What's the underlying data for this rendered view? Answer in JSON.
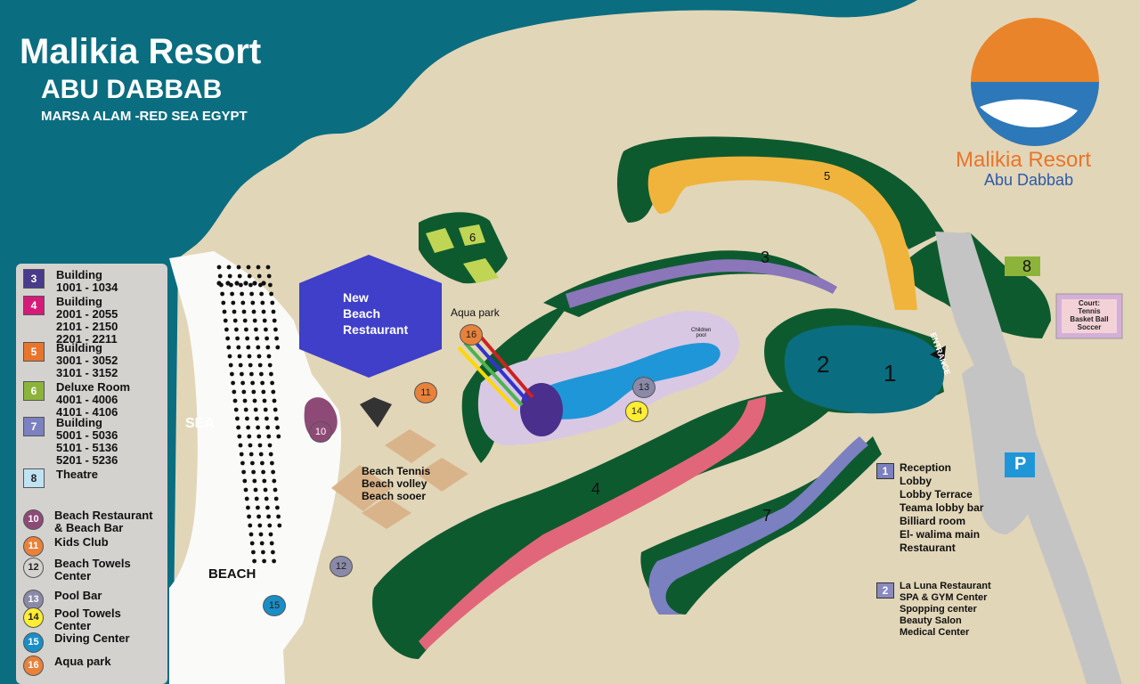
{
  "header": {
    "title": "Malikia Resort",
    "subtitle": "ABU DABBAB",
    "location": "MARSA ALAM -RED SEA EGYPT"
  },
  "logo": {
    "name": "Malikia Resort",
    "place": "Abu Dabbab"
  },
  "colors": {
    "sea": "#0a6d80",
    "sand": "#e2d6b8",
    "green": "#0e5a2f",
    "building3": "#8a76b9",
    "building4": "#e2667a",
    "building5": "#f0b43c",
    "building6": "#bfd553",
    "building7": "#7b80c0",
    "theatre": "#bfe3f3",
    "restaurant": "#3f3fc9",
    "lobby": "#0a6d80",
    "pool": "#1f96d8"
  },
  "legend": [
    {
      "id": "3",
      "text": "Building\n1001 - 1034",
      "color": "#4a3a8c",
      "shape": "square"
    },
    {
      "id": "4",
      "text": "Building\n2001 - 2055\n2101 - 2150\n2201 - 2211",
      "color": "#d61a7a",
      "shape": "square"
    },
    {
      "id": "5",
      "text": "Building\n3001 - 3052\n3101 - 3152",
      "color": "#e9752b",
      "shape": "square"
    },
    {
      "id": "6",
      "text": "Deluxe Room\n4001 - 4006\n4101 - 4106",
      "color": "#8cb43a",
      "shape": "square"
    },
    {
      "id": "7",
      "text": "Building\n5001 - 5036\n5101 - 5136\n5201 - 5236",
      "color": "#7b80c0",
      "shape": "square"
    },
    {
      "id": "8",
      "text": "Theatre",
      "color": "#bfe3f3",
      "shape": "square"
    },
    {
      "id": "10",
      "text": "Beach Restaurant\n& Beach Bar",
      "color": "#8e4a76",
      "shape": "circle"
    },
    {
      "id": "11",
      "text": "Kids Club",
      "color": "#e8823a",
      "shape": "circle"
    },
    {
      "id": "12",
      "text": "Beach Towels\nCenter",
      "color": "#d4d2cf",
      "shape": "circle"
    },
    {
      "id": "13",
      "text": "Pool Bar",
      "color": "#8a8aa8",
      "shape": "circle"
    },
    {
      "id": "14",
      "text": "Pool Towels\nCenter",
      "color": "#ffee33",
      "shape": "circle"
    },
    {
      "id": "15",
      "text": "Diving Center",
      "color": "#1a8ec6",
      "shape": "circle"
    },
    {
      "id": "16",
      "text": "Aqua park",
      "color": "#e8823a",
      "shape": "circle"
    }
  ],
  "map_labels": {
    "sea": "SEA",
    "beach": "BEACH",
    "restaurant": "New\nBeach\nRestaurant",
    "aqua": "Aqua park",
    "children_pool": "Children\npool",
    "sports": "Beach Tennis\nBeach volley\nBeach sooer",
    "court": "Court:\nTennis\nBasket Ball\nSoccer",
    "entrance": "ENTRANCE",
    "parking": "P"
  },
  "building_numbers": {
    "b1": "1",
    "b2": "2",
    "b3": "3",
    "b4": "4",
    "b5": "5",
    "b6": "6",
    "b7": "7",
    "b8": "8"
  },
  "markers": {
    "m10": "10",
    "m11": "11",
    "m12": "12",
    "m13": "13",
    "m14": "14",
    "m15": "15",
    "m16": "16"
  },
  "info": [
    {
      "id": "1",
      "text": "Reception\nLobby\nLobby Terrace\nTeama lobby bar\nBilliard room\nEl- walima main\nRestaurant"
    },
    {
      "id": "2",
      "text": "La Luna Restaurant\nSPA & GYM Center\nSpopping center\nBeauty Salon\nMedical Center"
    }
  ]
}
